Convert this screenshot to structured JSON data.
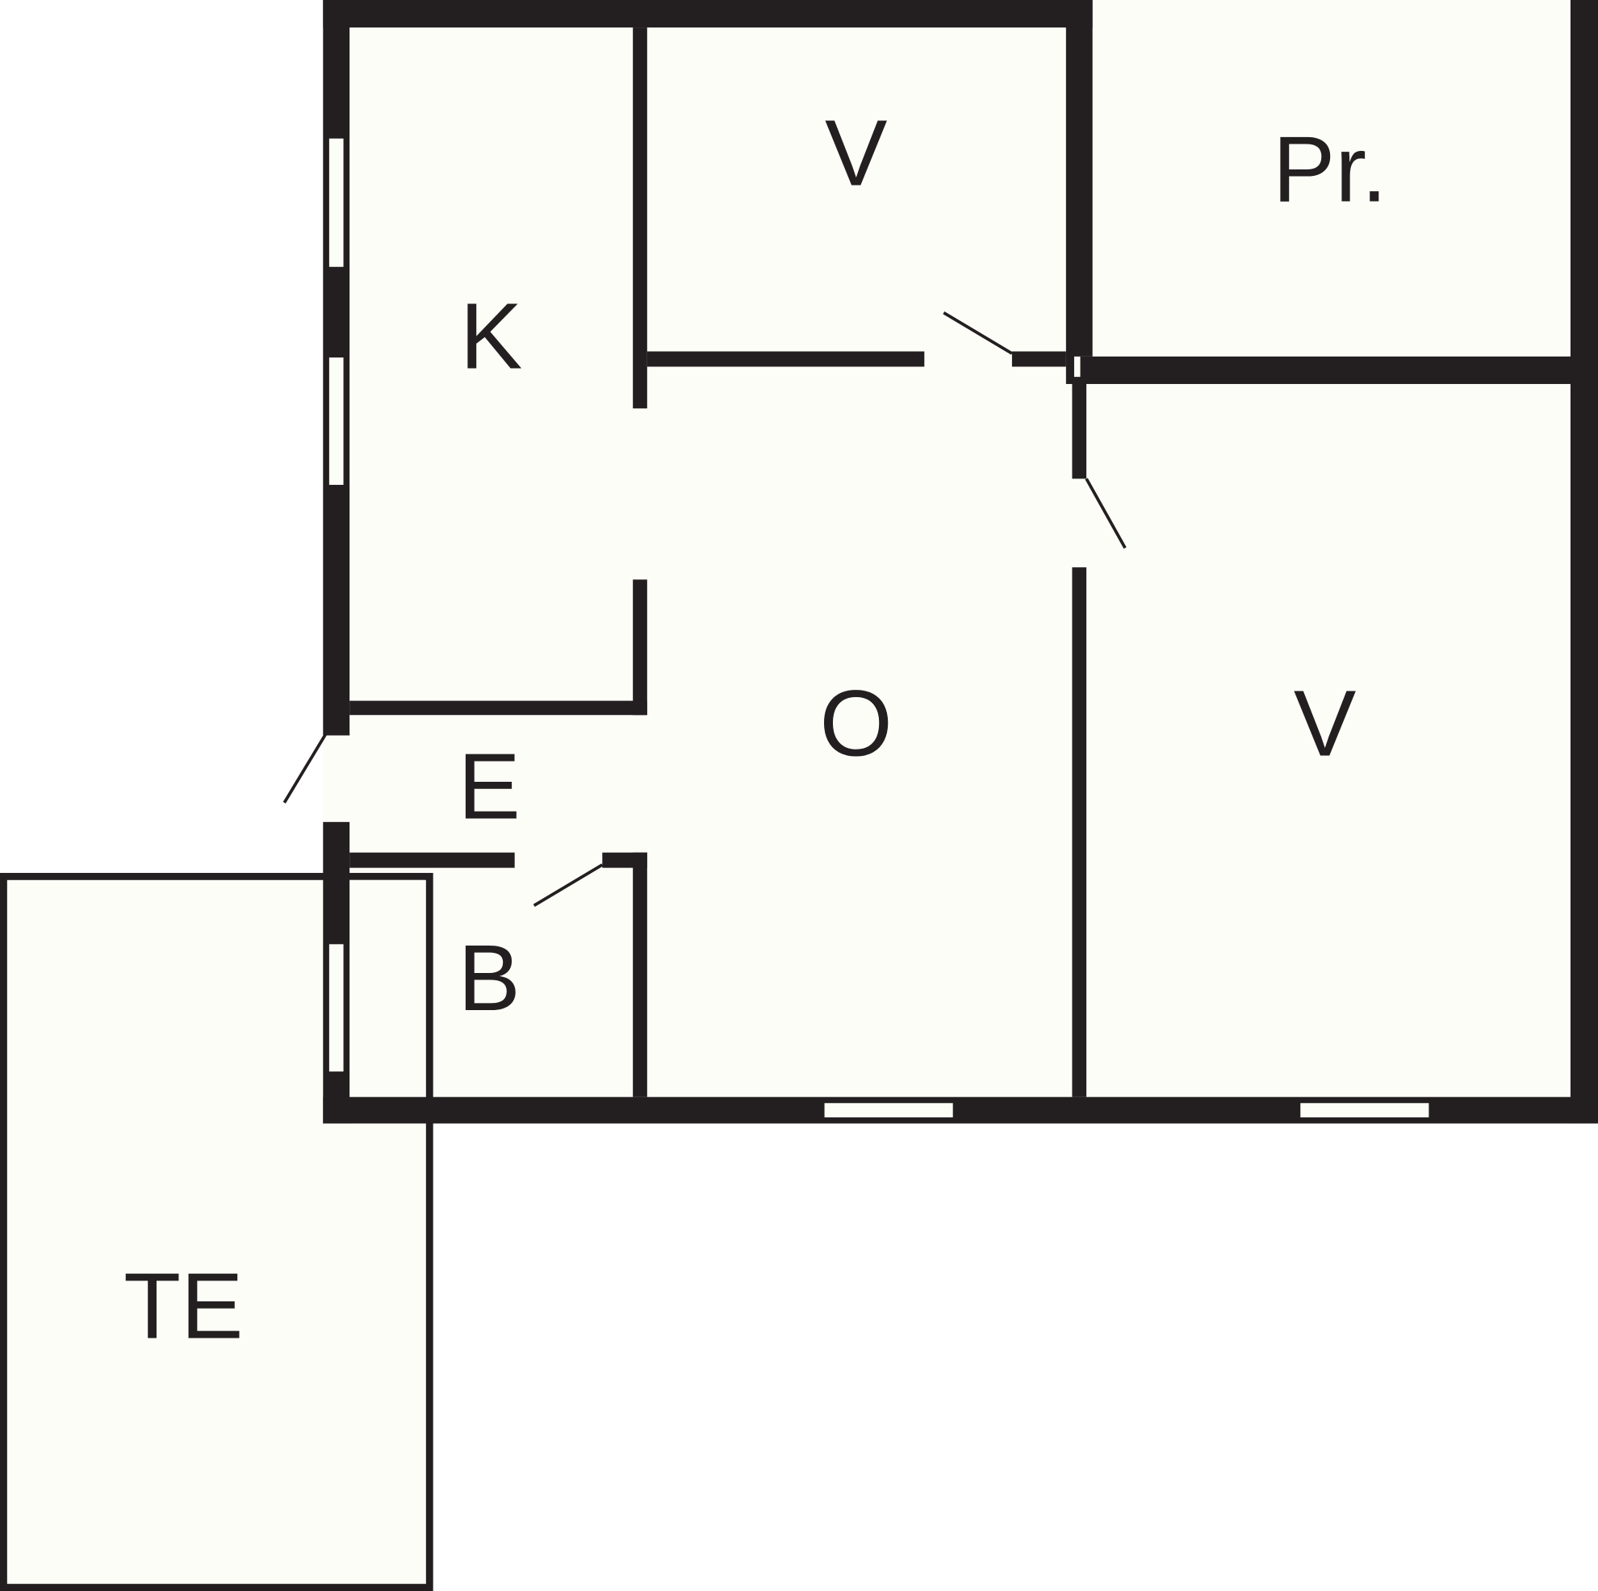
{
  "rooms": {
    "kitchen": "K",
    "bedroom_top": "V",
    "storage": "Pr.",
    "living": "O",
    "entrance": "E",
    "bedroom_right": "V",
    "bathroom": "B",
    "terrace": "TE"
  },
  "colors": {
    "wall": "#231f20",
    "floor": "#fdfdf8"
  }
}
